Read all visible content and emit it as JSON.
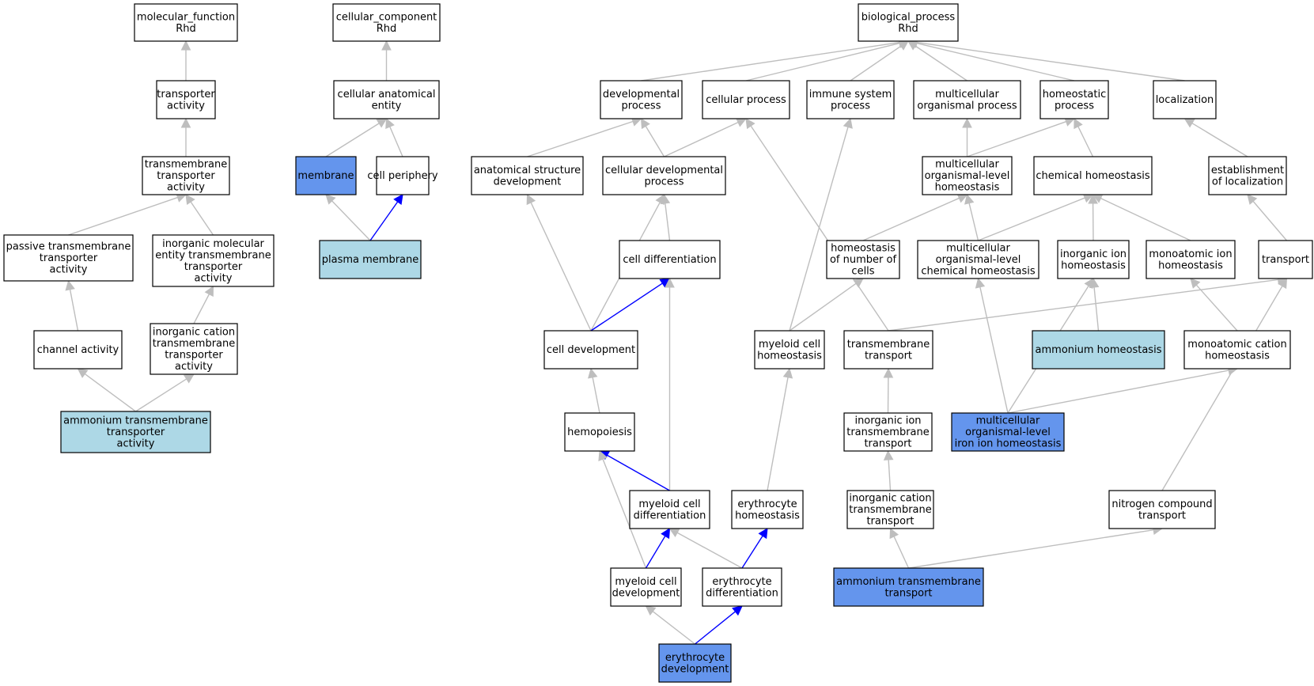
{
  "colors": {
    "default_fill": "#ffffff",
    "highlight_fill": "#6495ed",
    "light_fill": "#add8e6",
    "edge_gray": "#bebebe",
    "edge_blue": "#0000ff"
  },
  "nodes": [
    {
      "id": "mf",
      "lines": [
        "molecular_function",
        "Rhd"
      ],
      "style": "default"
    },
    {
      "id": "ta",
      "lines": [
        "transporter",
        "activity"
      ],
      "style": "default"
    },
    {
      "id": "tta",
      "lines": [
        "transmembrane",
        "transporter",
        "activity"
      ],
      "style": "default"
    },
    {
      "id": "ptta",
      "lines": [
        "passive transmembrane",
        "transporter",
        "activity"
      ],
      "style": "default"
    },
    {
      "id": "imetta",
      "lines": [
        "inorganic molecular",
        "entity transmembrane",
        "transporter",
        "activity"
      ],
      "style": "default"
    },
    {
      "id": "ca",
      "lines": [
        "channel activity"
      ],
      "style": "default"
    },
    {
      "id": "icttа",
      "lines": [
        "inorganic cation",
        "transmembrane",
        "transporter",
        "activity"
      ],
      "style": "default"
    },
    {
      "id": "atta",
      "lines": [
        "ammonium transmembrane",
        "transporter",
        "activity"
      ],
      "style": "light"
    },
    {
      "id": "cc",
      "lines": [
        "cellular_component",
        "Rhd"
      ],
      "style": "default"
    },
    {
      "id": "cae",
      "lines": [
        "cellular anatomical",
        "entity"
      ],
      "style": "default"
    },
    {
      "id": "mem",
      "lines": [
        "membrane"
      ],
      "style": "highlight"
    },
    {
      "id": "cp",
      "lines": [
        "cell periphery"
      ],
      "style": "default"
    },
    {
      "id": "pm",
      "lines": [
        "plasma membrane"
      ],
      "style": "light"
    },
    {
      "id": "bp",
      "lines": [
        "biological_process",
        "Rhd"
      ],
      "style": "default"
    },
    {
      "id": "dp",
      "lines": [
        "developmental",
        "process"
      ],
      "style": "default"
    },
    {
      "id": "cpr",
      "lines": [
        "cellular process"
      ],
      "style": "default"
    },
    {
      "id": "isp",
      "lines": [
        "immune system",
        "process"
      ],
      "style": "default"
    },
    {
      "id": "mop",
      "lines": [
        "multicellular",
        "organismal process"
      ],
      "style": "default"
    },
    {
      "id": "hp",
      "lines": [
        "homeostatic",
        "process"
      ],
      "style": "default"
    },
    {
      "id": "loc",
      "lines": [
        "localization"
      ],
      "style": "default"
    },
    {
      "id": "asd",
      "lines": [
        "anatomical structure",
        "development"
      ],
      "style": "default"
    },
    {
      "id": "cdp",
      "lines": [
        "cellular developmental",
        "process"
      ],
      "style": "default"
    },
    {
      "id": "mlh",
      "lines": [
        "multicellular",
        "organismal-level",
        "homeostasis"
      ],
      "style": "default"
    },
    {
      "id": "ch",
      "lines": [
        "chemical homeostasis"
      ],
      "style": "default"
    },
    {
      "id": "eol",
      "lines": [
        "establishment",
        "of localization"
      ],
      "style": "default"
    },
    {
      "id": "cdiff",
      "lines": [
        "cell differentiation"
      ],
      "style": "default"
    },
    {
      "id": "hnc",
      "lines": [
        "homeostasis",
        "of number of",
        "cells"
      ],
      "style": "default"
    },
    {
      "id": "mlch",
      "lines": [
        "multicellular",
        "organismal-level",
        "chemical homeostasis"
      ],
      "style": "default"
    },
    {
      "id": "iih",
      "lines": [
        "inorganic ion",
        "homeostasis"
      ],
      "style": "default"
    },
    {
      "id": "mih",
      "lines": [
        "monoatomic ion",
        "homeostasis"
      ],
      "style": "default"
    },
    {
      "id": "tr",
      "lines": [
        "transport"
      ],
      "style": "default"
    },
    {
      "id": "cdev",
      "lines": [
        "cell development"
      ],
      "style": "default"
    },
    {
      "id": "mch",
      "lines": [
        "myeloid cell",
        "homeostasis"
      ],
      "style": "default"
    },
    {
      "id": "tt",
      "lines": [
        "transmembrane",
        "transport"
      ],
      "style": "default"
    },
    {
      "id": "ah",
      "lines": [
        "ammonium homeostasis"
      ],
      "style": "light"
    },
    {
      "id": "mch2",
      "lines": [
        "monoatomic cation",
        "homeostasis"
      ],
      "style": "default"
    },
    {
      "id": "hem",
      "lines": [
        "hemopoiesis"
      ],
      "style": "default"
    },
    {
      "id": "iitt",
      "lines": [
        "inorganic ion",
        "transmembrane",
        "transport"
      ],
      "style": "default"
    },
    {
      "id": "mliih",
      "lines": [
        "multicellular",
        "organismal-level",
        "iron ion homeostasis"
      ],
      "style": "highlight"
    },
    {
      "id": "mcd",
      "lines": [
        "myeloid cell",
        "differentiation"
      ],
      "style": "default"
    },
    {
      "id": "eh",
      "lines": [
        "erythrocyte",
        "homeostasis"
      ],
      "style": "default"
    },
    {
      "id": "ictt",
      "lines": [
        "inorganic cation",
        "transmembrane",
        "transport"
      ],
      "style": "default"
    },
    {
      "id": "nct",
      "lines": [
        "nitrogen compound",
        "transport"
      ],
      "style": "default"
    },
    {
      "id": "mcdev",
      "lines": [
        "myeloid cell",
        "development"
      ],
      "style": "default"
    },
    {
      "id": "ed",
      "lines": [
        "erythrocyte",
        "differentiation"
      ],
      "style": "default"
    },
    {
      "id": "att",
      "lines": [
        "ammonium transmembrane",
        "transport"
      ],
      "style": "highlight"
    },
    {
      "id": "edev",
      "lines": [
        "erythrocyte",
        "development"
      ],
      "style": "highlight"
    }
  ],
  "edges": [
    {
      "from": "ta",
      "to": "mf",
      "color": "gray"
    },
    {
      "from": "tta",
      "to": "ta",
      "color": "gray"
    },
    {
      "from": "ptta",
      "to": "tta",
      "color": "gray"
    },
    {
      "from": "imetta",
      "to": "tta",
      "color": "gray"
    },
    {
      "from": "ca",
      "to": "ptta",
      "color": "gray"
    },
    {
      "from": "icttа",
      "to": "imetta",
      "color": "gray"
    },
    {
      "from": "atta",
      "to": "ca",
      "color": "gray"
    },
    {
      "from": "atta",
      "to": "icttа",
      "color": "gray"
    },
    {
      "from": "cae",
      "to": "cc",
      "color": "gray"
    },
    {
      "from": "mem",
      "to": "cae",
      "color": "gray"
    },
    {
      "from": "cp",
      "to": "cae",
      "color": "gray"
    },
    {
      "from": "pm",
      "to": "mem",
      "color": "gray"
    },
    {
      "from": "pm",
      "to": "cp",
      "color": "blue"
    },
    {
      "from": "dp",
      "to": "bp",
      "color": "gray"
    },
    {
      "from": "cpr",
      "to": "bp",
      "color": "gray"
    },
    {
      "from": "isp",
      "to": "bp",
      "color": "gray"
    },
    {
      "from": "mop",
      "to": "bp",
      "color": "gray"
    },
    {
      "from": "hp",
      "to": "bp",
      "color": "gray"
    },
    {
      "from": "loc",
      "to": "bp",
      "color": "gray"
    },
    {
      "from": "asd",
      "to": "dp",
      "color": "gray"
    },
    {
      "from": "cdp",
      "to": "dp",
      "color": "gray"
    },
    {
      "from": "cdp",
      "to": "cpr",
      "color": "gray"
    },
    {
      "from": "mlh",
      "to": "mop",
      "color": "gray"
    },
    {
      "from": "mlh",
      "to": "hp",
      "color": "gray"
    },
    {
      "from": "ch",
      "to": "hp",
      "color": "gray"
    },
    {
      "from": "eol",
      "to": "loc",
      "color": "gray"
    },
    {
      "from": "cdiff",
      "to": "cdp",
      "color": "gray"
    },
    {
      "from": "hnc",
      "to": "mlh",
      "color": "gray"
    },
    {
      "from": "mlch",
      "to": "mlh",
      "color": "gray"
    },
    {
      "from": "mlch",
      "to": "ch",
      "color": "gray"
    },
    {
      "from": "iih",
      "to": "ch",
      "color": "gray"
    },
    {
      "from": "mih",
      "to": "ch",
      "color": "gray"
    },
    {
      "from": "tr",
      "to": "eol",
      "color": "gray"
    },
    {
      "from": "cdev",
      "to": "asd",
      "color": "gray"
    },
    {
      "from": "cdev",
      "to": "cdp",
      "color": "gray"
    },
    {
      "from": "cdev",
      "to": "cdiff",
      "color": "blue"
    },
    {
      "from": "mch",
      "to": "isp",
      "color": "gray"
    },
    {
      "from": "mch",
      "to": "hnc",
      "color": "gray"
    },
    {
      "from": "tt",
      "to": "cpr",
      "color": "gray"
    },
    {
      "from": "tt",
      "to": "tr",
      "color": "gray"
    },
    {
      "from": "ah",
      "to": "iih",
      "color": "gray"
    },
    {
      "from": "mch2",
      "to": "mih",
      "color": "gray"
    },
    {
      "from": "hem",
      "to": "cdev",
      "color": "gray"
    },
    {
      "from": "iitt",
      "to": "tt",
      "color": "gray"
    },
    {
      "from": "mliih",
      "to": "mlch",
      "color": "gray"
    },
    {
      "from": "mliih",
      "to": "iih",
      "color": "gray"
    },
    {
      "from": "mliih",
      "to": "mch2",
      "color": "gray"
    },
    {
      "from": "mcd",
      "to": "cdiff",
      "color": "gray"
    },
    {
      "from": "mcd",
      "to": "hem",
      "color": "blue"
    },
    {
      "from": "eh",
      "to": "mch",
      "color": "gray"
    },
    {
      "from": "ictt",
      "to": "iitt",
      "color": "gray"
    },
    {
      "from": "nct",
      "to": "tr",
      "color": "gray"
    },
    {
      "from": "mcdev",
      "to": "hem",
      "color": "gray"
    },
    {
      "from": "mcdev",
      "to": "mcd",
      "color": "blue"
    },
    {
      "from": "ed",
      "to": "mcd",
      "color": "gray"
    },
    {
      "from": "ed",
      "to": "eh",
      "color": "blue"
    },
    {
      "from": "att",
      "to": "ictt",
      "color": "gray"
    },
    {
      "from": "att",
      "to": "nct",
      "color": "gray"
    },
    {
      "from": "edev",
      "to": "mcdev",
      "color": "gray"
    },
    {
      "from": "edev",
      "to": "ed",
      "color": "blue"
    }
  ]
}
